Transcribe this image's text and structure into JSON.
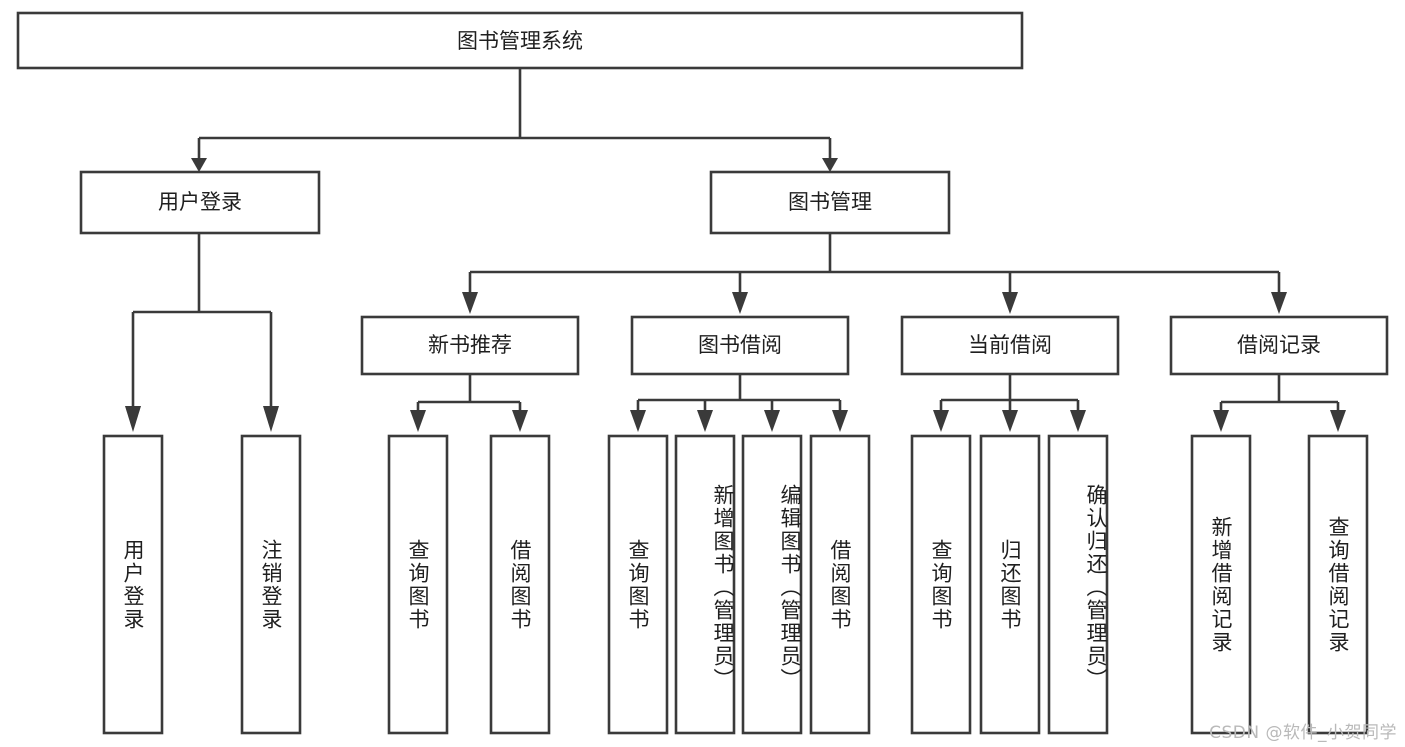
{
  "diagram": {
    "type": "tree",
    "title": "图书管理系统",
    "watermark": "CSDN @软件_小贺同学",
    "colors": {
      "box_stroke": "#3a3a3a",
      "box_fill": "#ffffff",
      "text": "#1f1f1f",
      "connector": "#3a3a3a",
      "watermark": "#b9b9b9"
    },
    "root": {
      "label": "图书管理系统"
    },
    "level2": [
      {
        "label": "用户登录"
      },
      {
        "label": "图书管理"
      }
    ],
    "level3": [
      {
        "label": "新书推荐"
      },
      {
        "label": "图书借阅"
      },
      {
        "label": "当前借阅"
      },
      {
        "label": "借阅记录"
      }
    ],
    "leaves": {
      "user_login": [
        {
          "label": "用户登录"
        },
        {
          "label": "注销登录"
        }
      ],
      "new_book_recommend": [
        {
          "label": "查询图书"
        },
        {
          "label": "借阅图书"
        }
      ],
      "book_borrow": [
        {
          "label": "查询图书"
        },
        {
          "label": "新增图书（管理员）"
        },
        {
          "label": "编辑图书（管理员）"
        },
        {
          "label": "借阅图书"
        }
      ],
      "current_borrow": [
        {
          "label": "查询图书"
        },
        {
          "label": "归还图书"
        },
        {
          "label": "确认归还（管理员）"
        }
      ],
      "borrow_record": [
        {
          "label": "新增借阅记录"
        },
        {
          "label": "查询借阅记录"
        }
      ]
    }
  }
}
